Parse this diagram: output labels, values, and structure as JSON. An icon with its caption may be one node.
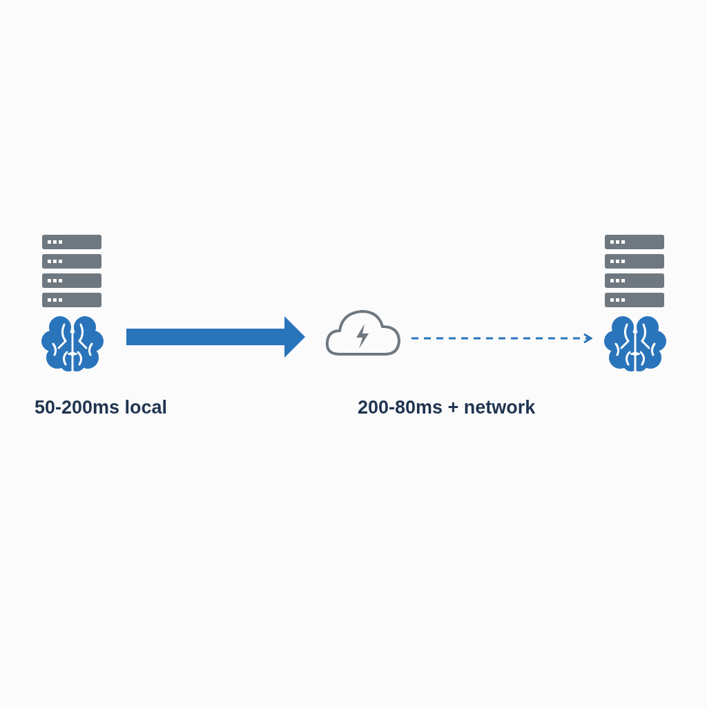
{
  "diagram": {
    "nodes": [
      {
        "text": [],
        "shape": "server"
      },
      {
        "text": [],
        "shape": "cloud"
      },
      {
        "text": [],
        "shape": "server"
      }
    ],
    "edges": [
      {
        "from": 0,
        "to": 1,
        "arrow": "to",
        "style": "thick"
      },
      {
        "from": 1,
        "to": 2,
        "arrow": "to",
        "style": "dashed"
      }
    ],
    "labels": [
      "50-200ms local",
      "200-80ms + network"
    ]
  }
}
